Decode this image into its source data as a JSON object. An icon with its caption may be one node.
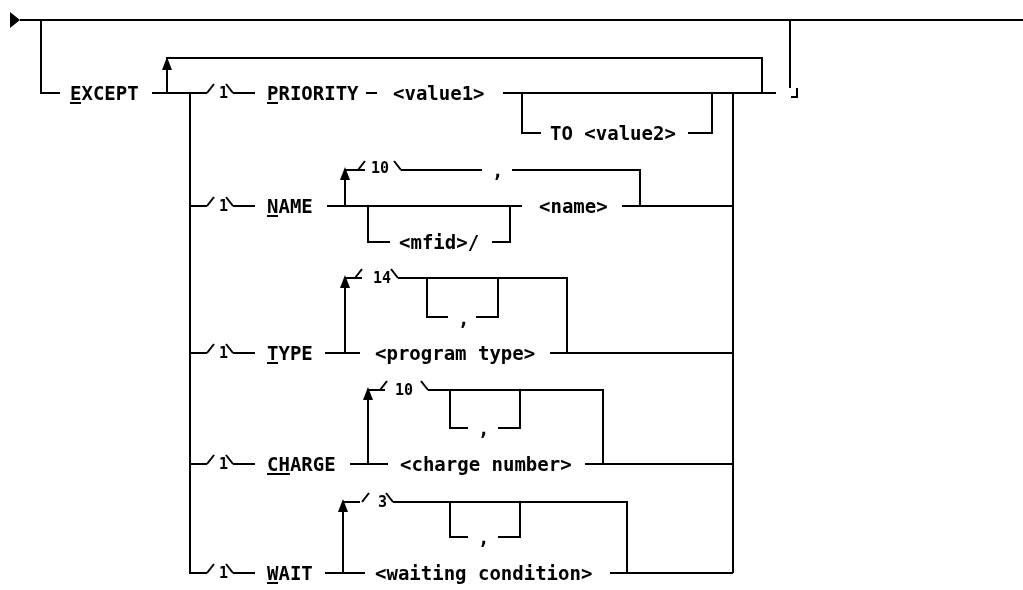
{
  "diagram": {
    "labels": [
      "EXCEPT",
      "1",
      "PRIORITY",
      "<value1>",
      "TO <value2>",
      "10",
      ",",
      "1",
      "NAME",
      "<name>",
      "<mfid>/",
      "14",
      ",",
      "1",
      "TYPE",
      "<program type>",
      "10",
      ",",
      "1",
      "CHARGE",
      "<charge number>",
      "3",
      ",",
      "1",
      "WAIT",
      "<waiting condition>"
    ]
  }
}
